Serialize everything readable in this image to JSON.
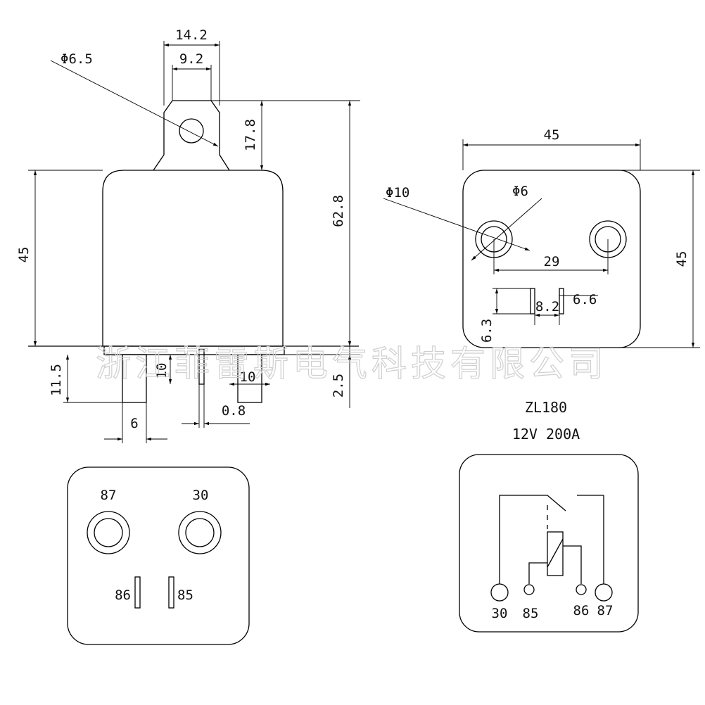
{
  "watermark": "浙江菲雷斯电气科技有限公司",
  "model": {
    "name": "ZL180",
    "rating": "12V 200A"
  },
  "side_view_dims": {
    "tab_width": "14.2",
    "hole_spacing": "9.2",
    "hole_diameter": "Φ6.5",
    "tab_height": "17.8",
    "total_height": "62.8",
    "body_height": "45",
    "pin_length": "11.5",
    "terminal_height": "10",
    "terminal_width": "10",
    "pin_offset": "2.5",
    "pin_width": "6",
    "blade_thickness": "0.8"
  },
  "top_view_dims": {
    "width": "45",
    "height": "45",
    "outer_diameter": "Φ10",
    "inner_diameter": "Φ6",
    "stud_spacing": "29",
    "blade_width": "6.6",
    "blade_spacing": "8.2",
    "blade_height": "6.3"
  },
  "pinout": {
    "pin_87": "87",
    "pin_30": "30",
    "pin_86": "86",
    "pin_85": "85"
  },
  "schematic": {
    "labels": [
      "30",
      "85",
      "86",
      "87"
    ]
  }
}
